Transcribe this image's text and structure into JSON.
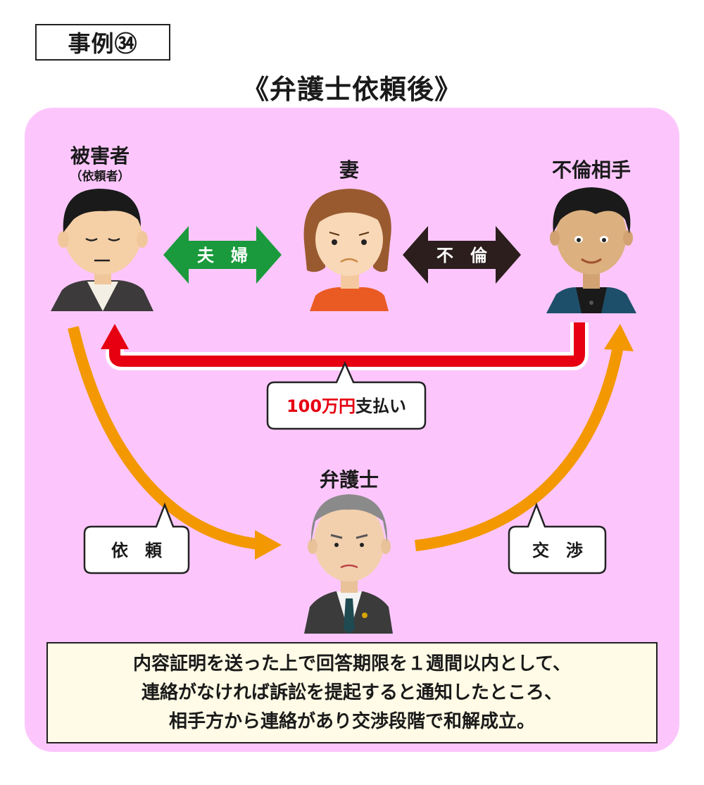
{
  "case_label": "事例㉞",
  "title": "《弁護士依頼後》",
  "parties": {
    "victim": {
      "name": "被害者",
      "sub": "（依頼者）"
    },
    "wife": {
      "name": "妻"
    },
    "affair_partner": {
      "name": "不倫相手"
    },
    "lawyer": {
      "name": "弁護士"
    }
  },
  "relations": {
    "married": "夫　婦",
    "affair": "不　倫"
  },
  "payment": {
    "amount": "100万円",
    "action": "支払い"
  },
  "steps": {
    "request": "依　頼",
    "negotiation": "交　渉"
  },
  "note_lines": [
    "内容証明を送った上で回答期限を１週間以内として、",
    "連絡がなければ訴訟を提起すると通知したところ、",
    "相手方から連絡があり交渉段階で和解成立。"
  ],
  "colors": {
    "panel": "#fcc6fc",
    "married_arrow": "#1a9a3c",
    "affair_arrow": "#2b1e1c",
    "payment_arrow": "#e60012",
    "flow_arrow": "#f39800",
    "note_bg": "#fffbe6"
  }
}
